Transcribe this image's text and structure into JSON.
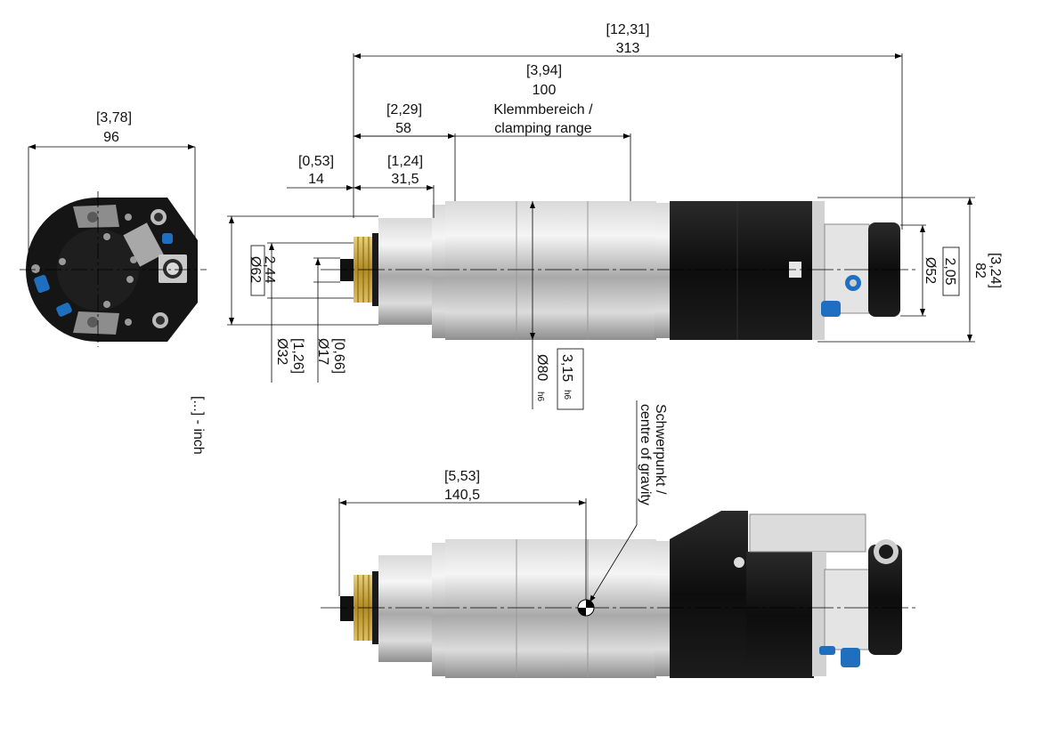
{
  "dimensions": {
    "front_width": {
      "inch": "[3,78]",
      "mm": "96"
    },
    "overall_length": {
      "inch": "[12,31]",
      "mm": "313"
    },
    "clamp_end": {
      "inch": "[3,94]",
      "mm": "100"
    },
    "body_offset": {
      "inch": "[2,29]",
      "mm": "58"
    },
    "clamp_label_de": "Klemmbereich /",
    "clamp_label_en": "clamping range",
    "tip_length": {
      "inch": "[0,53]",
      "mm": "14"
    },
    "collar_length": {
      "inch": "[1,24]",
      "mm": "31,5"
    },
    "dia_62": {
      "inch": "2,44",
      "mm": "Ø62"
    },
    "dia_32": {
      "inch": "[1,26]",
      "mm": "Ø32"
    },
    "dia_17": {
      "inch": "[0,66]",
      "mm": "Ø17"
    },
    "dia_80": {
      "inch": "3,15",
      "mm": "Ø80",
      "tol": "h6"
    },
    "dia_52": {
      "inch": "2,05",
      "mm": "Ø52"
    },
    "height_82": {
      "inch": "[3,24]",
      "mm": "82"
    },
    "cog_distance": {
      "inch": "[5,53]",
      "mm": "140,5"
    },
    "cog_label_de": "Schwerpunkt /",
    "cog_label_en": "centre of gravity"
  },
  "legend": "[...] - inch",
  "colors": {
    "body_dark": "#141414",
    "silver": "#c7c7c7",
    "accent_blue": "#1f6fc0",
    "brass": "#c9a53a"
  }
}
